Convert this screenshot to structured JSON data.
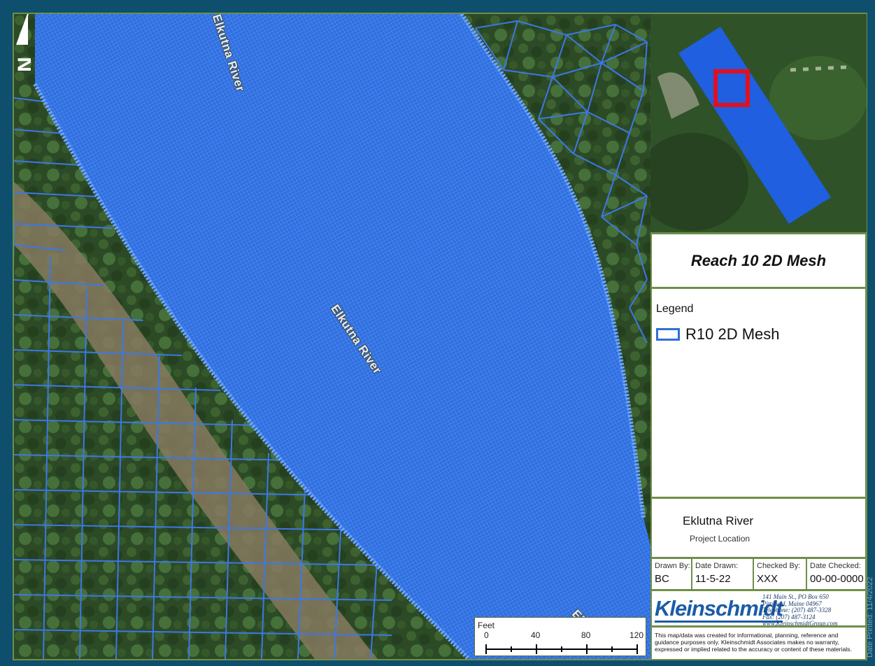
{
  "map": {
    "river_label_top": "Elkutna River",
    "river_label_center": "Elkutna River",
    "river_label_bottom": "Elk",
    "north_letter": "N",
    "scale": {
      "unit": "Feet",
      "ticks": [
        "0",
        "40",
        "80",
        "120"
      ]
    },
    "colors": {
      "mesh": "#3c78e6",
      "mesh_fill": "#2f6fe0",
      "imagery_dark": "#2c4a25",
      "imagery_path": "#8a7e66"
    }
  },
  "inset": {
    "extent_color": "#1f5fe0",
    "highlight_color": "#e01020"
  },
  "title": "Reach 10 2D Mesh",
  "legend": {
    "title": "Legend",
    "items": [
      {
        "label": "R10 2D Mesh",
        "color": "#2f6fd8"
      }
    ]
  },
  "location": {
    "name": "Eklutna River",
    "subtitle": "Project Location"
  },
  "meta": [
    {
      "label": "Drawn By:",
      "value": "BC"
    },
    {
      "label": "Date Drawn:",
      "value": "11-5-22"
    },
    {
      "label": "Checked By:",
      "value": "XXX"
    },
    {
      "label": "Date Checked:",
      "value": "00-00-0000"
    }
  ],
  "company": {
    "name": "Kleinschmidt",
    "address_lines": [
      "141 Main St., PO Box 650",
      "Pittsfield, Maine 04967",
      "Telephone: (207) 487-3328",
      "Fax: (207) 487-3124",
      "www.KleinschmidtGroup.com"
    ]
  },
  "disclaimer": "This map/data was created for informational, planning, reference and guidance purposes only. Kleinschmidt Associates makes no warranty, expressed or implied related to the accuracy or content of these materials.",
  "date_printed": "Date Printed: 11/4/2022"
}
